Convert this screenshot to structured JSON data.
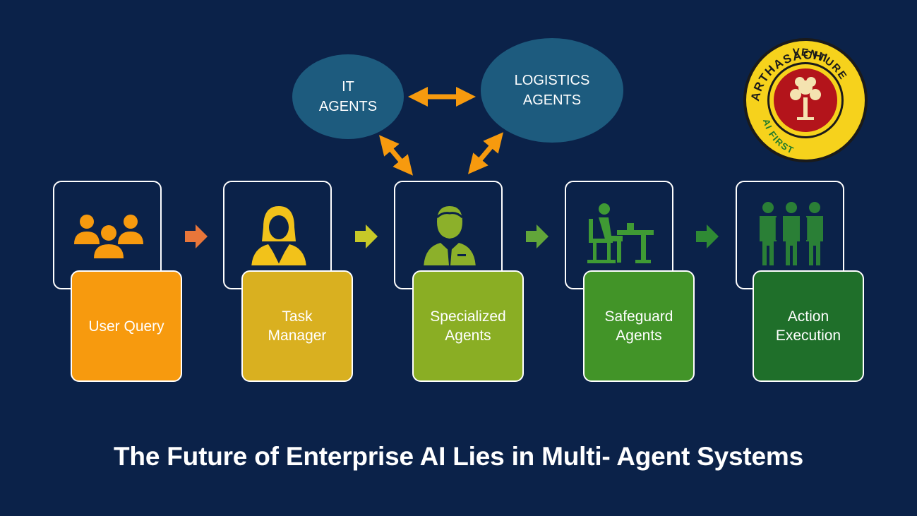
{
  "steps": [
    {
      "id": "user-query",
      "label": "User Query",
      "icon": "users-group-icon",
      "color": "#f79a0e",
      "icon_color": "#f79a0e",
      "arrow_color": "#e8763a"
    },
    {
      "id": "task-manager",
      "label": "Task\nManager",
      "icon": "female-manager-icon",
      "color": "#d9b020",
      "icon_color": "#f2c21a",
      "arrow_color": "#c7c928"
    },
    {
      "id": "specialized-agents",
      "label": "Specialized\nAgents",
      "icon": "businessman-icon",
      "color": "#8aae24",
      "icon_color": "#8cb02a",
      "arrow_color": "#62a63a"
    },
    {
      "id": "safeguard-agents",
      "label": "Safeguard\nAgents",
      "icon": "person-at-desk-icon",
      "color": "#429428",
      "icon_color": "#3f9a34",
      "arrow_color": "#2f8a34"
    },
    {
      "id": "action-execution",
      "label": "Action\nExecution",
      "icon": "team-group-icon",
      "color": "#1f6f2a",
      "icon_color": "#2a7f36"
    }
  ],
  "agents": {
    "it": "IT\nAGENTS",
    "logistics": "LOGISTICS\nAGENTS",
    "ellipse_color": "#1d5b7e",
    "connector_color": "#f79a0e"
  },
  "logo": {
    "text_top": "ARTHASACHI",
    "text_right": "VENTURE",
    "text_bottom": "AI FIRST",
    "ring_color": "#f6d21c",
    "center_color": "#b3141b"
  },
  "headline": "The Future of Enterprise AI Lies in Multi- Agent Systems",
  "background_color": "#0b2249"
}
